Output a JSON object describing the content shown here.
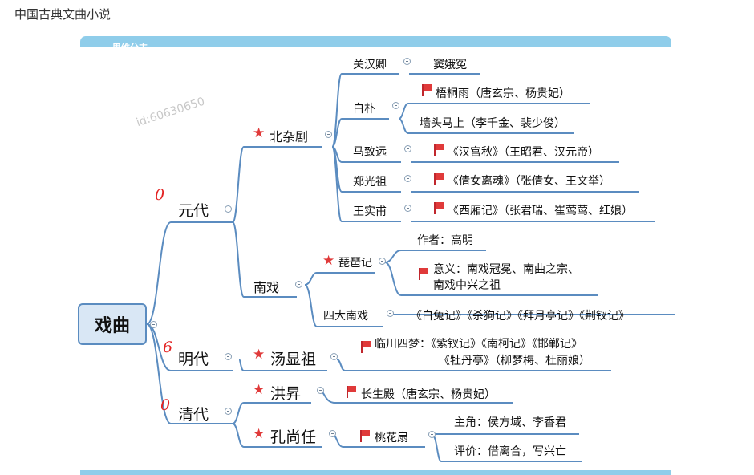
{
  "page_title": "中国古典文曲小说",
  "header_faint": "思维分支",
  "watermark": "id:60630650",
  "colors": {
    "line": "#5b8cc0",
    "bar": "#8fcdea",
    "flag": "#e03a3a",
    "star": "#e03a3a"
  },
  "root": "戏曲",
  "dynasties": {
    "yuan": "元代",
    "ming": "明代",
    "qing": "清代"
  },
  "yuan": {
    "beizaju": {
      "label": "北杂剧",
      "authors": [
        {
          "name": "关汉卿",
          "work": "窦娥冤"
        },
        {
          "name": "白朴",
          "works": [
            "梧桐雨（唐玄宗、杨贵妃）",
            "墙头马上（李千金、裴少俊）"
          ]
        },
        {
          "name": "马致远",
          "work": "《汉宫秋》（王昭君、汉元帝）"
        },
        {
          "name": "郑光祖",
          "work": "《倩女离魂》（张倩女、王文举）"
        },
        {
          "name": "王实甫",
          "work": "《西厢记》（张君瑞、崔莺莺、红娘）"
        }
      ]
    },
    "nanxi": {
      "label": "南戏",
      "pipa": {
        "label": "琵琶记",
        "author": "作者：高明",
        "meaning_line1": "意义：南戏冠冕、南曲之宗、",
        "meaning_line2": "南戏中兴之祖"
      },
      "four": {
        "label": "四大南戏",
        "works": "《白兔记》《杀狗记》《拜月亭记》《荆钗记》"
      }
    }
  },
  "ming": {
    "author": "汤显祖",
    "works_line1": "临川四梦：《紫钗记》《南柯记》《邯郸记》",
    "works_line2": "《牡丹亭》（柳梦梅、杜丽娘）"
  },
  "qing": {
    "hongsheng": {
      "name": "洪昇",
      "work": "长生殿（唐玄宗、杨贵妃）"
    },
    "kongshangren": {
      "name": "孔尚任",
      "work": "桃花扇",
      "lead": "主角：侯方域、李香君",
      "review": "评价：借离合，写兴亡"
    }
  }
}
